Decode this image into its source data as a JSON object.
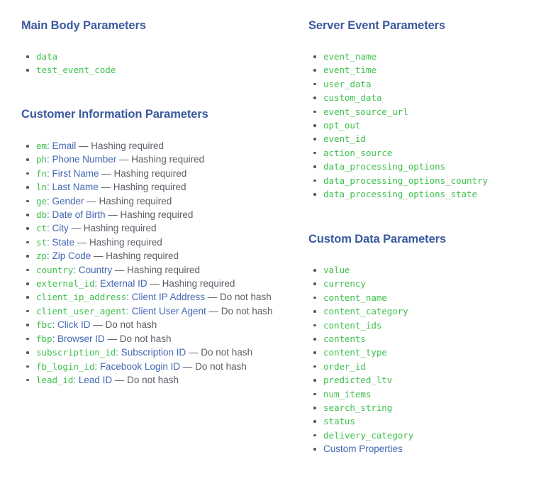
{
  "sections": {
    "main_body": {
      "title": "Main Body Parameters",
      "items": [
        {
          "code": "data"
        },
        {
          "code": "test_event_code"
        }
      ]
    },
    "customer_information": {
      "title": "Customer Information Parameters",
      "items": [
        {
          "code": "em",
          "link": "Email",
          "desc": "— Hashing required"
        },
        {
          "code": "ph",
          "link": "Phone Number",
          "desc": "— Hashing required"
        },
        {
          "code": "fn",
          "link": "First Name",
          "desc": "— Hashing required"
        },
        {
          "code": "ln",
          "link": "Last Name",
          "desc": "— Hashing required"
        },
        {
          "code": "ge",
          "link": "Gender",
          "desc": "— Hashing required"
        },
        {
          "code": "db",
          "link": "Date of Birth",
          "desc": "— Hashing required"
        },
        {
          "code": "ct",
          "link": "City",
          "desc": "— Hashing required"
        },
        {
          "code": "st",
          "link": "State",
          "desc": "— Hashing required"
        },
        {
          "code": "zp",
          "link": "Zip Code",
          "desc": "— Hashing required"
        },
        {
          "code": "country",
          "link": "Country",
          "desc": "— Hashing required"
        },
        {
          "code": "external_id",
          "link": "External ID",
          "desc": "— Hashing required"
        },
        {
          "code": "client_ip_address",
          "link": "Client IP Address",
          "desc": "— Do not hash"
        },
        {
          "code": "client_user_agent",
          "link": "Client User Agent",
          "desc": "— Do not hash"
        },
        {
          "code": "fbc",
          "link": "Click ID",
          "desc": "— Do not hash"
        },
        {
          "code": "fbp",
          "link": "Browser ID",
          "desc": "— Do not hash"
        },
        {
          "code": "subscription_id",
          "link": "Subscription ID",
          "desc": "— Do not hash"
        },
        {
          "code": "fb_login_id",
          "link": "Facebook Login ID",
          "desc": "— Do not hash"
        },
        {
          "code": "lead_id",
          "link": "Lead ID",
          "desc": "— Do not hash"
        }
      ]
    },
    "server_event": {
      "title": "Server Event Parameters",
      "items": [
        {
          "code": "event_name"
        },
        {
          "code": "event_time"
        },
        {
          "code": "user_data"
        },
        {
          "code": "custom_data"
        },
        {
          "code": "event_source_url"
        },
        {
          "code": "opt_out"
        },
        {
          "code": "event_id"
        },
        {
          "code": "action_source"
        },
        {
          "code": "data_processing_options"
        },
        {
          "code": "data_processing_options_country"
        },
        {
          "code": "data_processing_options_state"
        }
      ]
    },
    "custom_data": {
      "title": "Custom Data Parameters",
      "items": [
        {
          "code": "value"
        },
        {
          "code": "currency"
        },
        {
          "code": "content_name"
        },
        {
          "code": "content_category"
        },
        {
          "code": "content_ids"
        },
        {
          "code": "contents"
        },
        {
          "code": "content_type"
        },
        {
          "code": "order_id"
        },
        {
          "code": "predicted_ltv"
        },
        {
          "code": "num_items"
        },
        {
          "code": "search_string"
        },
        {
          "code": "status"
        },
        {
          "code": "delivery_category"
        },
        {
          "link": "Custom Properties"
        }
      ]
    }
  },
  "colors": {
    "heading": "#3b5a9e",
    "code": "#3fc14e",
    "link": "#4267b2",
    "text": "#5a5f66",
    "background": "#ffffff"
  }
}
